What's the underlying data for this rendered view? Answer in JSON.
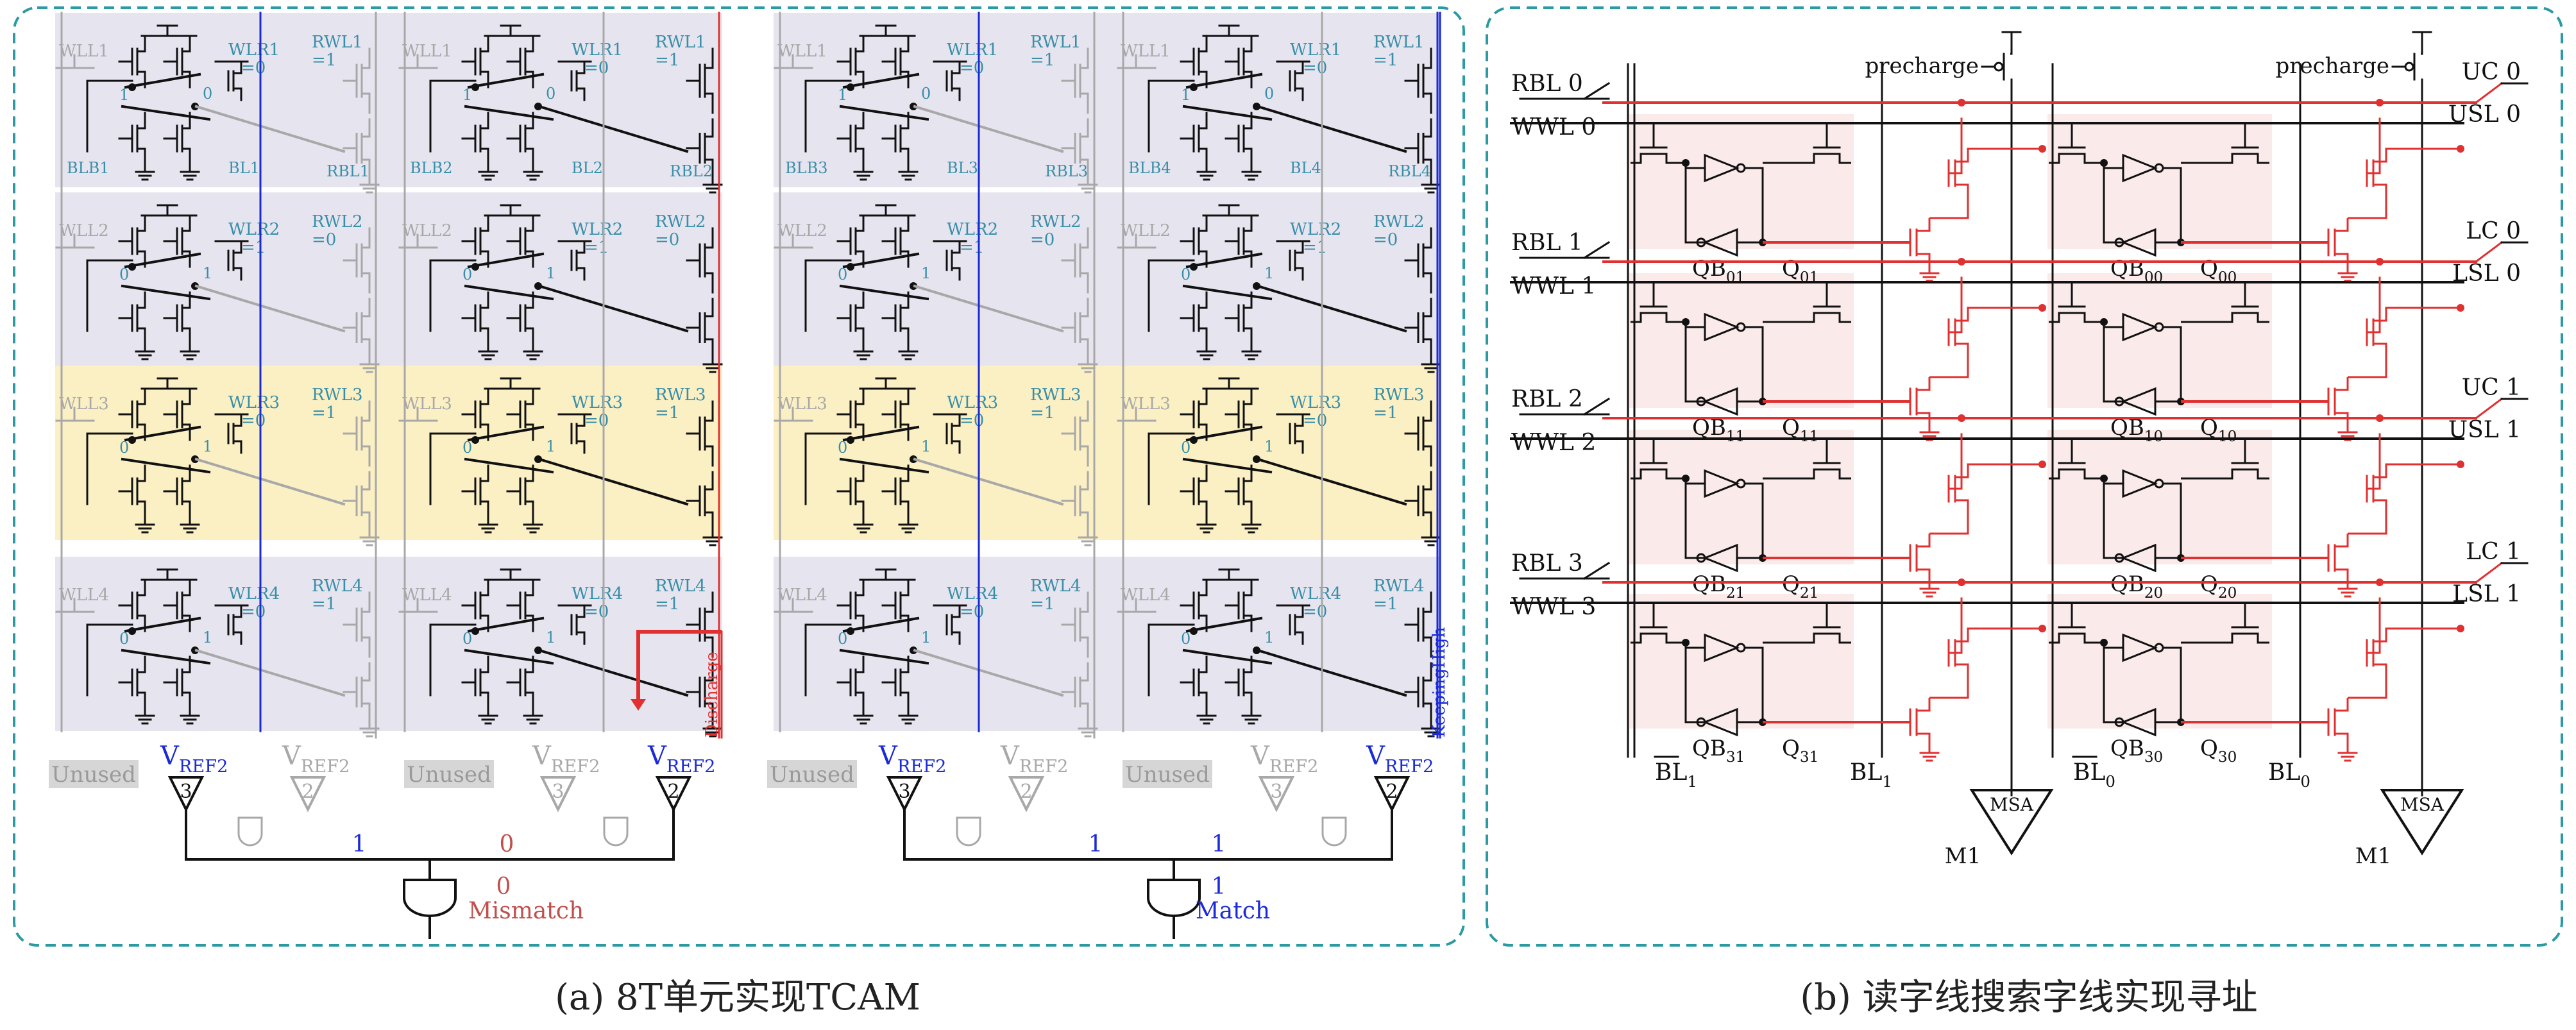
{
  "colors": {
    "frame": "#2a9ba3",
    "wire": "#111111",
    "red": "#e03030",
    "blue": "#1a2ad8",
    "gray": "#a8a8a8",
    "cyan_text": "#3a8fa8",
    "row_gray": "#e6e4ee",
    "row_yellow": "#fbefc4",
    "cell_pink": "#fbeaea",
    "mismatch_red": "#c0504d",
    "unused_bg": "#d6d6d6"
  },
  "captions": {
    "a": "(a) 8T单元实现TCAM",
    "b": "(b) 读字线搜索字线实现寻址"
  },
  "panel_a": {
    "half1": {
      "bits": [
        {
          "cols": [
            {
              "bl_left": "BLB1",
              "bl_right": "BL1"
            },
            {
              "bl_left": "BLB2",
              "bl_right": "BL2"
            }
          ],
          "rbl": [
            "RBL1",
            "RBL2"
          ]
        }
      ]
    },
    "cells_a": [
      {
        "wll": "WLL1",
        "wlr": "WLR1",
        "wlr_val": "=0",
        "rwl": "RWL1",
        "rwl_val": "=1",
        "q_left": "1",
        "q_right": "0"
      },
      {
        "wll": "WLL2",
        "wlr": "WLR2",
        "wlr_val": "=1",
        "rwl": "RWL2",
        "rwl_val": "=0",
        "q_left": "0",
        "q_right": "1"
      },
      {
        "wll": "WLL3",
        "wlr": "WLR3",
        "wlr_val": "=0",
        "rwl": "RWL3",
        "rwl_val": "=1",
        "q_left": "0",
        "q_right": "1"
      },
      {
        "wll": "WLL4",
        "wlr": "WLR4",
        "wlr_val": "=0",
        "rwl": "RWL4",
        "rwl_val": "=1",
        "q_left": "0",
        "q_right": "1"
      }
    ],
    "bl_labels": [
      "BLB1",
      "BL1",
      "RBL1",
      "BLB2",
      "BL2",
      "RBL2",
      "BLB3",
      "BL3",
      "RBL3",
      "BLB4",
      "BL4",
      "RBL4"
    ],
    "unused": "Unused",
    "vref_v": "V",
    "vref_sub": "REF2",
    "sa_nums": [
      "3",
      "2",
      "3",
      "2",
      "3",
      "2",
      "3",
      "2"
    ],
    "result_left": {
      "in1": "1",
      "in2": "0",
      "out": "0",
      "label": "Mismatch"
    },
    "result_right": {
      "in1": "1",
      "in2": "1",
      "out": "1",
      "label": "Match"
    },
    "discharge": "Discharge",
    "keeping_high": "KeepingHigh"
  },
  "panel_b": {
    "rows": [
      {
        "rbl": "RBL 0",
        "wwl": "WWL 0",
        "uc": "UC 0",
        "sl": "USL 0",
        "qb": [
          "QB01",
          "QB00"
        ],
        "q": [
          "Q01",
          "Q00"
        ]
      },
      {
        "rbl": "RBL 1",
        "wwl": "WWL 1",
        "uc": "LC 0",
        "sl": "LSL 0",
        "qb": [
          "QB11",
          "QB10"
        ],
        "q": [
          "Q11",
          "Q10"
        ]
      },
      {
        "rbl": "RBL 2",
        "wwl": "WWL 2",
        "uc": "UC 1",
        "sl": "USL 1",
        "qb": [
          "QB21",
          "QB20"
        ],
        "q": [
          "Q21",
          "Q20"
        ]
      },
      {
        "rbl": "RBL 3",
        "wwl": "WWL 3",
        "uc": "LC 1",
        "sl": "LSL 1",
        "qb": [
          "QB31",
          "QB30"
        ],
        "q": [
          "Q31",
          "Q30"
        ]
      }
    ],
    "precharge": "precharge",
    "bl_labels": [
      "BL1",
      "BL1",
      "BL0",
      "BL0"
    ],
    "msa": "MSA",
    "m1": "M1"
  }
}
